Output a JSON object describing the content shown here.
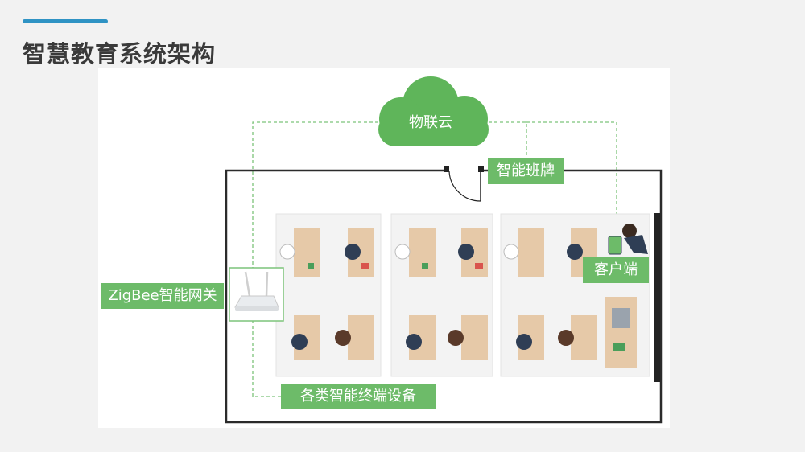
{
  "page": {
    "title": "智慧教育系统架构"
  },
  "diagram": {
    "cloud_label": "物联云",
    "signboard_label": "智能班牌",
    "client_label": "客户端",
    "gateway_label": "ZigBee智能网关",
    "devices_label": "各类智能终端设备"
  },
  "colors": {
    "accent": "#2f93c4",
    "label_green": "#6dbb69",
    "cloud_green": "#5fb55a",
    "title_text": "#3a3a3a"
  }
}
